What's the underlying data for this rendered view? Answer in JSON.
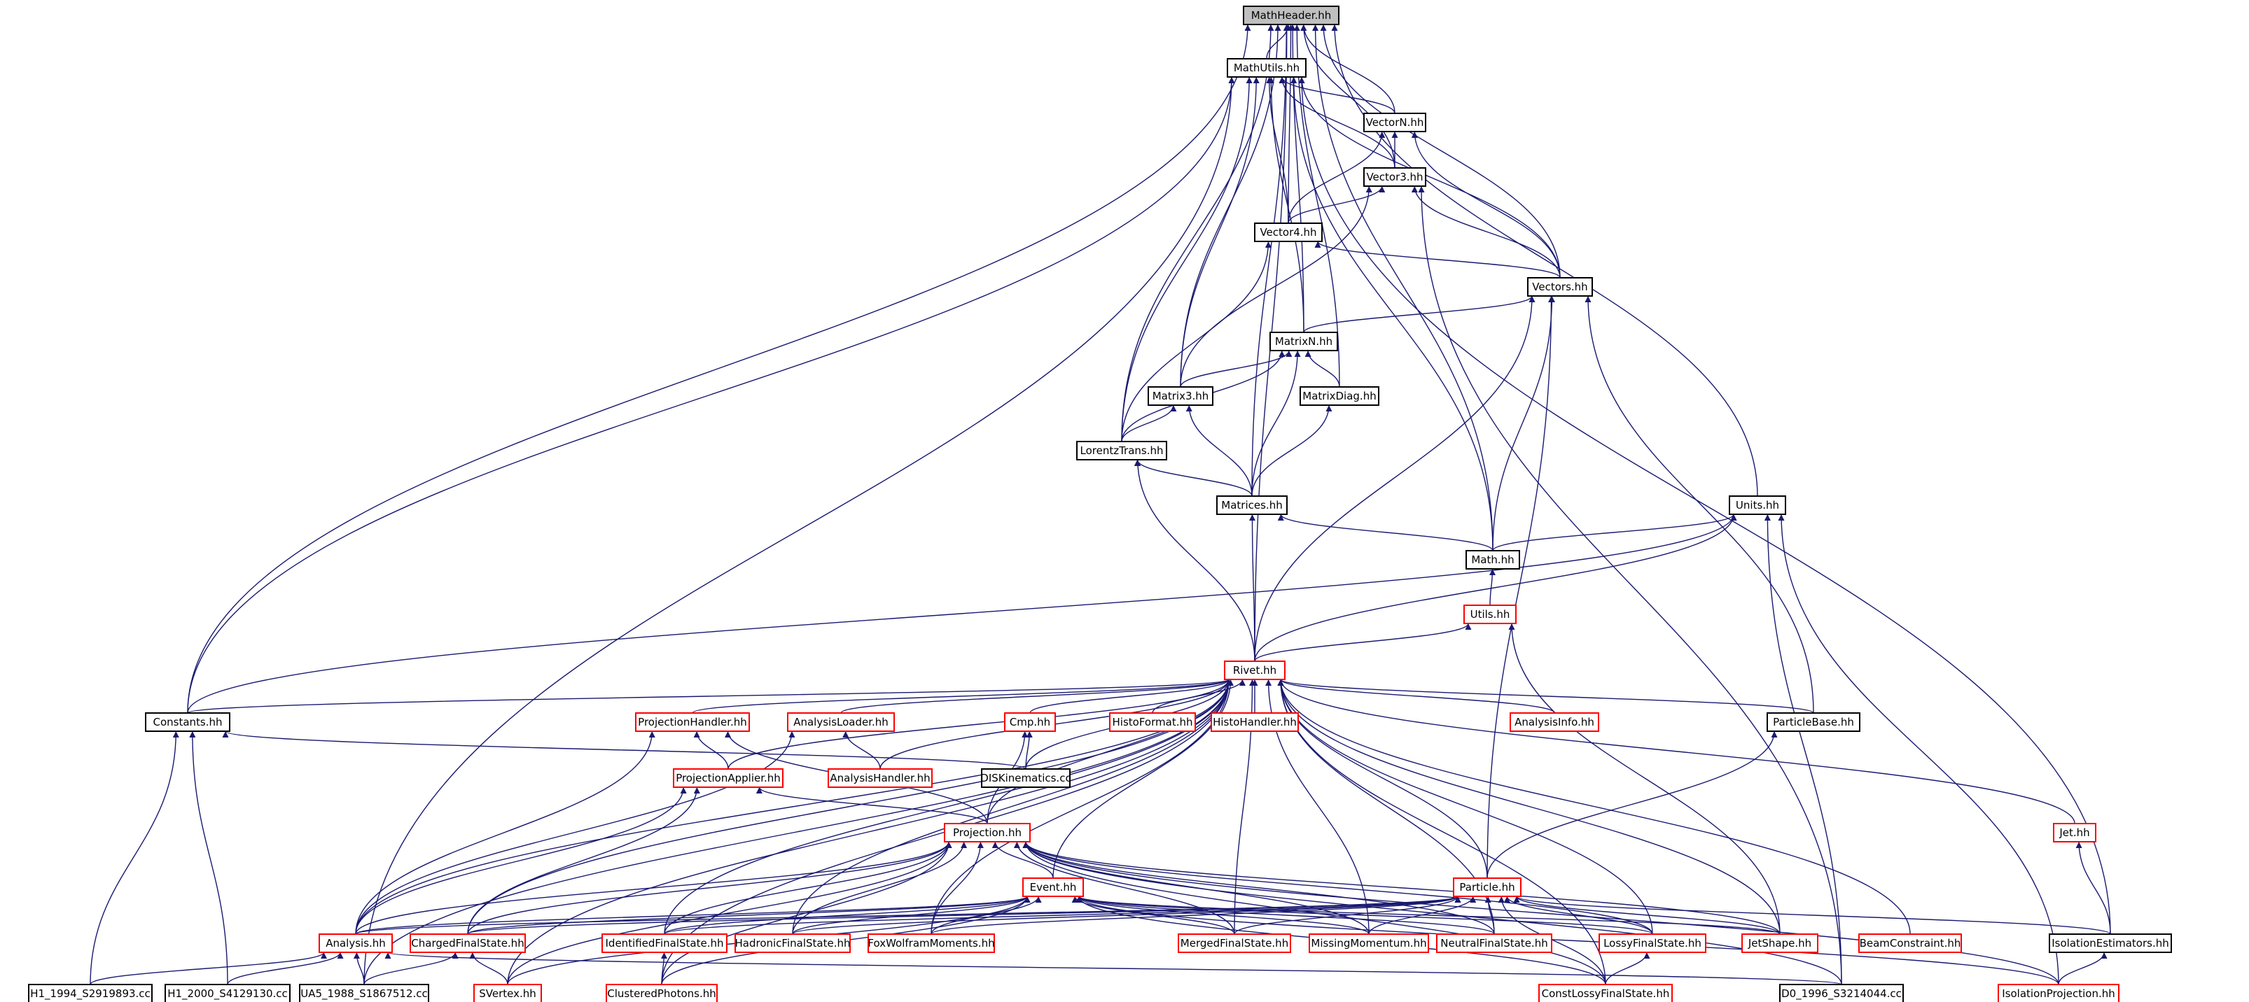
{
  "colors": {
    "edge": "#191970",
    "normal_border": "#000000",
    "red_border": "#ff0000",
    "root_fill": "#bfbfbf",
    "fill": "#ffffff",
    "text": "#000000"
  },
  "nodes": [
    {
      "id": "mathheader",
      "label": "MathHeader.hh",
      "style": "root"
    },
    {
      "id": "mathutils",
      "label": "MathUtils.hh",
      "style": "normal"
    },
    {
      "id": "vectorn",
      "label": "VectorN.hh",
      "style": "normal"
    },
    {
      "id": "vector3",
      "label": "Vector3.hh",
      "style": "normal"
    },
    {
      "id": "vector4",
      "label": "Vector4.hh",
      "style": "normal"
    },
    {
      "id": "vectors",
      "label": "Vectors.hh",
      "style": "normal"
    },
    {
      "id": "matrixn",
      "label": "MatrixN.hh",
      "style": "normal"
    },
    {
      "id": "matrix3",
      "label": "Matrix3.hh",
      "style": "normal"
    },
    {
      "id": "matrixdiag",
      "label": "MatrixDiag.hh",
      "style": "normal"
    },
    {
      "id": "lorentztrans",
      "label": "LorentzTrans.hh",
      "style": "normal"
    },
    {
      "id": "matrices",
      "label": "Matrices.hh",
      "style": "normal"
    },
    {
      "id": "units",
      "label": "Units.hh",
      "style": "normal"
    },
    {
      "id": "math",
      "label": "Math.hh",
      "style": "normal"
    },
    {
      "id": "utils",
      "label": "Utils.hh",
      "style": "red"
    },
    {
      "id": "rivet",
      "label": "Rivet.hh",
      "style": "red"
    },
    {
      "id": "constants",
      "label": "Constants.hh",
      "style": "normal"
    },
    {
      "id": "projhandler",
      "label": "ProjectionHandler.hh",
      "style": "red"
    },
    {
      "id": "analysisloader",
      "label": "AnalysisLoader.hh",
      "style": "red"
    },
    {
      "id": "cmp",
      "label": "Cmp.hh",
      "style": "red"
    },
    {
      "id": "histoformat",
      "label": "HistoFormat.hh",
      "style": "red"
    },
    {
      "id": "histohandler",
      "label": "HistoHandler.hh",
      "style": "red"
    },
    {
      "id": "analysisinfo",
      "label": "AnalysisInfo.hh",
      "style": "red"
    },
    {
      "id": "particlebase",
      "label": "ParticleBase.hh",
      "style": "normal"
    },
    {
      "id": "projapplier",
      "label": "ProjectionApplier.hh",
      "style": "red"
    },
    {
      "id": "analysishandler",
      "label": "AnalysisHandler.hh",
      "style": "red"
    },
    {
      "id": "diskinematics",
      "label": "DISKinematics.cc",
      "style": "normal"
    },
    {
      "id": "projection",
      "label": "Projection.hh",
      "style": "red"
    },
    {
      "id": "jet",
      "label": "Jet.hh",
      "style": "red"
    },
    {
      "id": "event",
      "label": "Event.hh",
      "style": "red"
    },
    {
      "id": "particle",
      "label": "Particle.hh",
      "style": "red"
    },
    {
      "id": "analysis",
      "label": "Analysis.hh",
      "style": "red"
    },
    {
      "id": "chargedfs",
      "label": "ChargedFinalState.hh",
      "style": "red"
    },
    {
      "id": "identifiedfs",
      "label": "IdentifiedFinalState.hh",
      "style": "red"
    },
    {
      "id": "hadronicfs",
      "label": "HadronicFinalState.hh",
      "style": "red"
    },
    {
      "id": "foxwolfram",
      "label": "FoxWolframMoments.hh",
      "style": "red"
    },
    {
      "id": "mergedfs",
      "label": "MergedFinalState.hh",
      "style": "red"
    },
    {
      "id": "missingmom",
      "label": "MissingMomentum.hh",
      "style": "red"
    },
    {
      "id": "neutralfs",
      "label": "NeutralFinalState.hh",
      "style": "red"
    },
    {
      "id": "lossyfs",
      "label": "LossyFinalState.hh",
      "style": "red"
    },
    {
      "id": "jetshape",
      "label": "JetShape.hh",
      "style": "red"
    },
    {
      "id": "beamconstraint",
      "label": "BeamConstraint.hh",
      "style": "red"
    },
    {
      "id": "isolationest",
      "label": "IsolationEstimators.hh",
      "style": "normal"
    },
    {
      "id": "h1_1994",
      "label": "H1_1994_S2919893.cc",
      "style": "normal"
    },
    {
      "id": "h1_2000",
      "label": "H1_2000_S4129130.cc",
      "style": "normal"
    },
    {
      "id": "ua5_1988",
      "label": "UA5_1988_S1867512.cc",
      "style": "normal"
    },
    {
      "id": "svertex",
      "label": "SVertex.hh",
      "style": "red"
    },
    {
      "id": "clusteredphotons",
      "label": "ClusteredPhotons.hh",
      "style": "red"
    },
    {
      "id": "constlossyfs",
      "label": "ConstLossyFinalState.hh",
      "style": "red"
    },
    {
      "id": "d0_1996",
      "label": "D0_1996_S3214044.cc",
      "style": "normal"
    },
    {
      "id": "isolationproj",
      "label": "IsolationProjection.hh",
      "style": "red"
    }
  ],
  "edges": [
    [
      "mathutils",
      "mathheader"
    ],
    [
      "vectorn",
      "mathheader"
    ],
    [
      "vector3",
      "mathheader"
    ],
    [
      "vector4",
      "mathheader"
    ],
    [
      "vectors",
      "mathheader"
    ],
    [
      "matrixn",
      "mathheader"
    ],
    [
      "matrix3",
      "mathheader"
    ],
    [
      "matrixdiag",
      "mathheader"
    ],
    [
      "lorentztrans",
      "mathheader"
    ],
    [
      "matrices",
      "mathheader"
    ],
    [
      "units",
      "mathheader"
    ],
    [
      "constants",
      "mathheader"
    ],
    [
      "math",
      "mathheader"
    ],
    [
      "rivet",
      "mathheader"
    ],
    [
      "vectorn",
      "mathutils"
    ],
    [
      "vector3",
      "mathutils"
    ],
    [
      "vector4",
      "mathutils"
    ],
    [
      "vectors",
      "mathutils"
    ],
    [
      "matrixn",
      "mathutils"
    ],
    [
      "matrix3",
      "mathutils"
    ],
    [
      "lorentztrans",
      "mathutils"
    ],
    [
      "constants",
      "mathutils"
    ],
    [
      "math",
      "mathutils"
    ],
    [
      "isolationest",
      "mathutils"
    ],
    [
      "ua5_1988",
      "mathutils"
    ],
    [
      "vector3",
      "vectorn"
    ],
    [
      "vector4",
      "vectorn"
    ],
    [
      "vectors",
      "vectorn"
    ],
    [
      "vector4",
      "vector3"
    ],
    [
      "vectors",
      "vector3"
    ],
    [
      "matrix3",
      "vector3"
    ],
    [
      "d0_1996",
      "vector3"
    ],
    [
      "vectors",
      "vector4"
    ],
    [
      "lorentztrans",
      "vector4"
    ],
    [
      "matrixn",
      "vectors"
    ],
    [
      "math",
      "vectors"
    ],
    [
      "rivet",
      "vectors"
    ],
    [
      "particlebase",
      "vectors"
    ],
    [
      "particle",
      "vectors"
    ],
    [
      "matrix3",
      "matrixn"
    ],
    [
      "matrixdiag",
      "matrixn"
    ],
    [
      "lorentztrans",
      "matrixn"
    ],
    [
      "matrices",
      "matrixn"
    ],
    [
      "lorentztrans",
      "matrix3"
    ],
    [
      "matrices",
      "matrix3"
    ],
    [
      "matrices",
      "matrixdiag"
    ],
    [
      "matrices",
      "lorentztrans"
    ],
    [
      "rivet",
      "lorentztrans"
    ],
    [
      "rivet",
      "matrices"
    ],
    [
      "math",
      "matrices"
    ],
    [
      "math",
      "units"
    ],
    [
      "rivet",
      "units"
    ],
    [
      "constants",
      "units"
    ],
    [
      "d0_1996",
      "units"
    ],
    [
      "isolationproj",
      "units"
    ],
    [
      "utils",
      "math"
    ],
    [
      "rivet",
      "utils"
    ],
    [
      "jetshape",
      "utils"
    ],
    [
      "constants",
      "rivet"
    ],
    [
      "projhandler",
      "rivet"
    ],
    [
      "analysisloader",
      "rivet"
    ],
    [
      "cmp",
      "rivet"
    ],
    [
      "histoformat",
      "rivet"
    ],
    [
      "histohandler",
      "rivet"
    ],
    [
      "analysisinfo",
      "rivet"
    ],
    [
      "particlebase",
      "rivet"
    ],
    [
      "projapplier",
      "rivet"
    ],
    [
      "analysishandler",
      "rivet"
    ],
    [
      "diskinematics",
      "rivet"
    ],
    [
      "projection",
      "rivet"
    ],
    [
      "jet",
      "rivet"
    ],
    [
      "event",
      "rivet"
    ],
    [
      "particle",
      "rivet"
    ],
    [
      "analysis",
      "rivet"
    ],
    [
      "chargedfs",
      "rivet"
    ],
    [
      "identifiedfs",
      "rivet"
    ],
    [
      "hadronicfs",
      "rivet"
    ],
    [
      "foxwolfram",
      "rivet"
    ],
    [
      "mergedfs",
      "rivet"
    ],
    [
      "missingmom",
      "rivet"
    ],
    [
      "neutralfs",
      "rivet"
    ],
    [
      "lossyfs",
      "rivet"
    ],
    [
      "jetshape",
      "rivet"
    ],
    [
      "beamconstraint",
      "rivet"
    ],
    [
      "svertex",
      "rivet"
    ],
    [
      "clusteredphotons",
      "rivet"
    ],
    [
      "constlossyfs",
      "rivet"
    ],
    [
      "ua5_1988",
      "rivet"
    ],
    [
      "h1_1994",
      "constants"
    ],
    [
      "h1_2000",
      "constants"
    ],
    [
      "diskinematics",
      "constants"
    ],
    [
      "projapplier",
      "projhandler"
    ],
    [
      "analysis",
      "projhandler"
    ],
    [
      "projection",
      "projhandler"
    ],
    [
      "analysishandler",
      "analysisloader"
    ],
    [
      "analysis",
      "analysisloader"
    ],
    [
      "diskinematics",
      "cmp"
    ],
    [
      "projection",
      "cmp"
    ],
    [
      "projection",
      "projapplier"
    ],
    [
      "analysis",
      "projapplier"
    ],
    [
      "chargedfs",
      "projapplier"
    ],
    [
      "particle",
      "particlebase"
    ],
    [
      "isolationest",
      "jet"
    ],
    [
      "event",
      "projection"
    ],
    [
      "chargedfs",
      "projection"
    ],
    [
      "identifiedfs",
      "projection"
    ],
    [
      "hadronicfs",
      "projection"
    ],
    [
      "foxwolfram",
      "projection"
    ],
    [
      "mergedfs",
      "projection"
    ],
    [
      "missingmom",
      "projection"
    ],
    [
      "neutralfs",
      "projection"
    ],
    [
      "lossyfs",
      "projection"
    ],
    [
      "jetshape",
      "projection"
    ],
    [
      "analysis",
      "projection"
    ],
    [
      "svertex",
      "projection"
    ],
    [
      "clusteredphotons",
      "projection"
    ],
    [
      "constlossyfs",
      "projection"
    ],
    [
      "isolationproj",
      "projection"
    ],
    [
      "d0_1996",
      "projection"
    ],
    [
      "analysis",
      "event"
    ],
    [
      "chargedfs",
      "event"
    ],
    [
      "identifiedfs",
      "event"
    ],
    [
      "hadronicfs",
      "event"
    ],
    [
      "foxwolfram",
      "event"
    ],
    [
      "mergedfs",
      "event"
    ],
    [
      "missingmom",
      "event"
    ],
    [
      "neutralfs",
      "event"
    ],
    [
      "lossyfs",
      "event"
    ],
    [
      "jetshape",
      "event"
    ],
    [
      "svertex",
      "event"
    ],
    [
      "clusteredphotons",
      "event"
    ],
    [
      "constlossyfs",
      "event"
    ],
    [
      "isolationproj",
      "event"
    ],
    [
      "analysis",
      "particle"
    ],
    [
      "chargedfs",
      "particle"
    ],
    [
      "identifiedfs",
      "particle"
    ],
    [
      "hadronicfs",
      "particle"
    ],
    [
      "foxwolfram",
      "particle"
    ],
    [
      "mergedfs",
      "particle"
    ],
    [
      "missingmom",
      "particle"
    ],
    [
      "neutralfs",
      "particle"
    ],
    [
      "lossyfs",
      "particle"
    ],
    [
      "jetshape",
      "particle"
    ],
    [
      "isolationest",
      "particle"
    ],
    [
      "constlossyfs",
      "particle"
    ],
    [
      "h1_1994",
      "analysis"
    ],
    [
      "h1_2000",
      "analysis"
    ],
    [
      "ua5_1988",
      "analysis"
    ],
    [
      "d0_1996",
      "analysis"
    ],
    [
      "ua5_1988",
      "chargedfs"
    ],
    [
      "svertex",
      "chargedfs"
    ],
    [
      "clusteredphotons",
      "identifiedfs"
    ],
    [
      "constlossyfs",
      "lossyfs"
    ],
    [
      "isolationproj",
      "isolationest"
    ]
  ]
}
